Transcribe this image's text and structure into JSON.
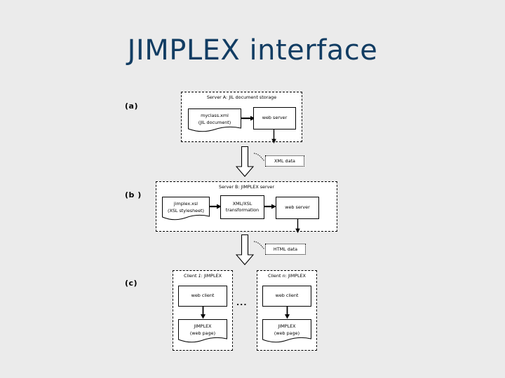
{
  "slide": {
    "title": "JIMPLEX interface",
    "background_color": "#ebebeb",
    "title_color": "#123d63"
  },
  "sections": {
    "a": {
      "label": "(a)",
      "zone_title": "Server A: JIL document storage",
      "nodes": {
        "document": {
          "line1": "myclass.xml",
          "line2": "(JIL document)"
        },
        "server": {
          "line1": "web server"
        }
      }
    },
    "b": {
      "label": "(b )",
      "zone_title": "Server B: JIMPLEX server",
      "nodes": {
        "stylesheet": {
          "line1": "jimplex.xsl",
          "line2": "(XSL stylesheet)"
        },
        "transform": {
          "line1": "XML/XSL",
          "line2": "transformation"
        },
        "server": {
          "line1": "web server"
        }
      }
    },
    "c": {
      "label": "(c)",
      "separator": "...",
      "clients": [
        {
          "zone_title_prefix": "Client ",
          "zone_title_index": "1",
          "zone_title_suffix": ": JIMPLEX",
          "client_node": "web client",
          "page_node_line1": "JIMPLEX",
          "page_node_line2": "(web page)"
        },
        {
          "zone_title_prefix": "Client ",
          "zone_title_index": "n",
          "zone_title_suffix": ": JIMPLEX",
          "client_node": "web client",
          "page_node_line1": "JIMPLEX",
          "page_node_line2": "(web page)"
        }
      ]
    }
  },
  "flows": [
    {
      "id": "xml",
      "callout": "XML data"
    },
    {
      "id": "html",
      "callout": "HTML data"
    }
  ]
}
